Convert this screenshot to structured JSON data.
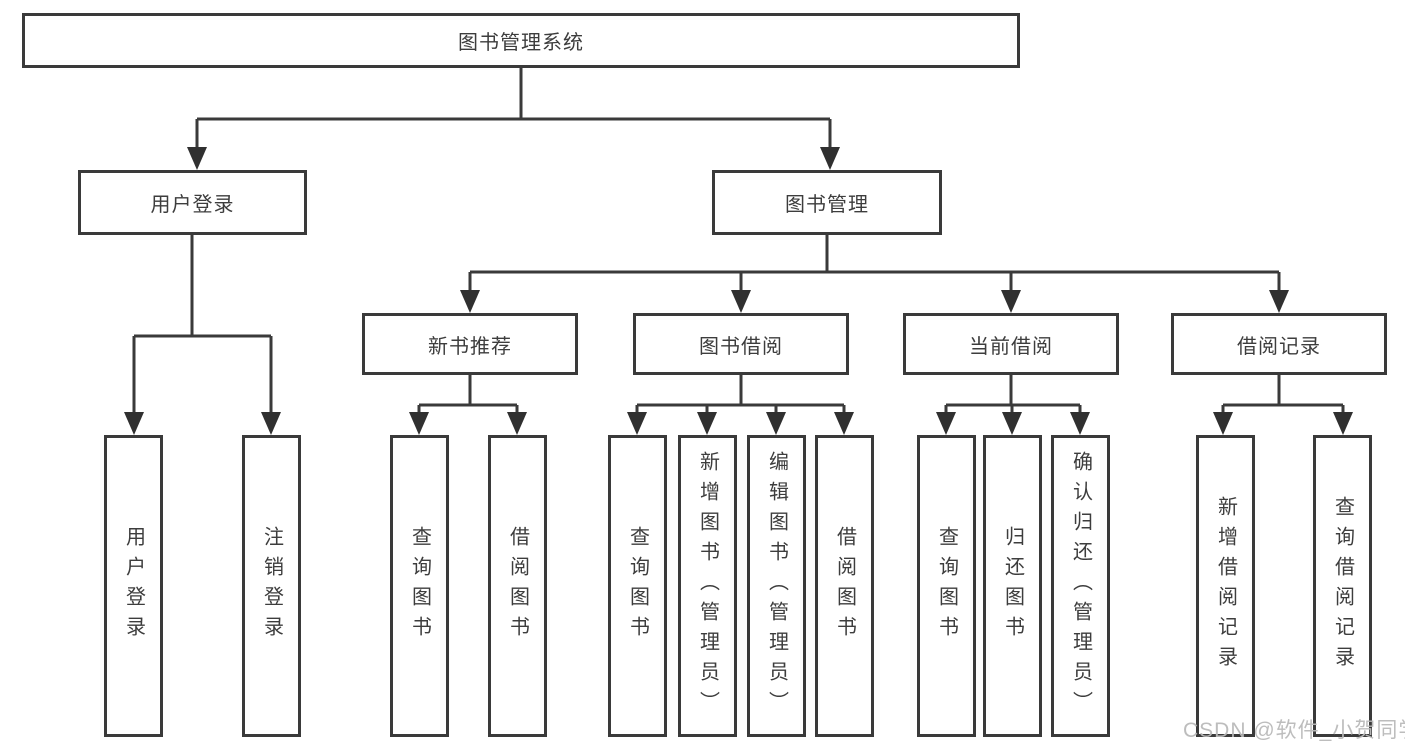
{
  "diagram": {
    "type": "hierarchy-tree",
    "colors": {
      "line": "#3a3a3a",
      "box_border": "#3a3a3a",
      "text": "#3d3d3d",
      "background": "#ffffff",
      "watermark": "#b9b9b9"
    },
    "tree": {
      "root": {
        "label": "图书管理系统"
      },
      "children": [
        {
          "label": "用户登录",
          "children": [
            {
              "label": "用户登录"
            },
            {
              "label": "注销登录"
            }
          ]
        },
        {
          "label": "图书管理",
          "children": [
            {
              "label": "新书推荐",
              "children": [
                {
                  "label": "查询图书"
                },
                {
                  "label": "借阅图书"
                }
              ]
            },
            {
              "label": "图书借阅",
              "children": [
                {
                  "label": "查询图书"
                },
                {
                  "label": "新增图书（管理员）"
                },
                {
                  "label": "编辑图书（管理员）"
                },
                {
                  "label": "借阅图书"
                }
              ]
            },
            {
              "label": "当前借阅",
              "children": [
                {
                  "label": "查询图书"
                },
                {
                  "label": "归还图书"
                },
                {
                  "label": "确认归还（管理员）"
                }
              ]
            },
            {
              "label": "借阅记录",
              "children": [
                {
                  "label": "新增借阅记录"
                },
                {
                  "label": "查询借阅记录"
                }
              ]
            }
          ]
        }
      ]
    }
  },
  "watermark": {
    "text": "CSDN @软件_小贺同学"
  }
}
